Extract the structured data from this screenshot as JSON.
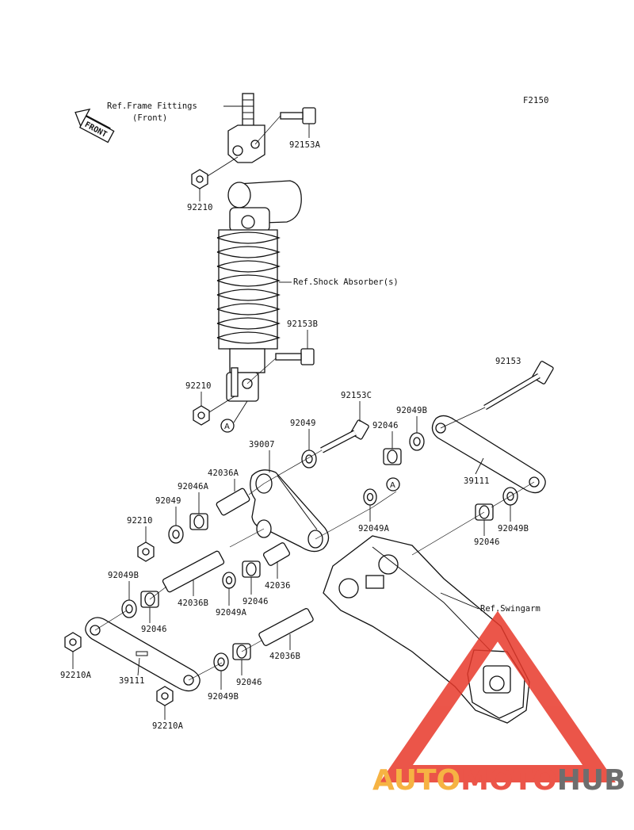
{
  "figure_code": "F2150",
  "front_label": "FRONT",
  "callout": "A",
  "refs": {
    "frame_fittings_line1": "Ref.Frame Fittings",
    "frame_fittings_line2": "(Front)",
    "shock_absorber": "Ref.Shock Absorber(s)",
    "swingarm": "Ref.Swingarm"
  },
  "parts": {
    "p92153A": "92153A",
    "p92210_top": "92210",
    "p92153B": "92153B",
    "p92210_mid": "92210",
    "p92153": "92153",
    "p92153C": "92153C",
    "p92049B_top": "92049B",
    "p39007": "39007",
    "p92049_top": "92049",
    "p92046_top": "92046",
    "p42036A": "42036A",
    "p92046A": "92046A",
    "p92049_left": "92049",
    "p92210_left": "92210",
    "p39111_right": "39111",
    "p92049A_right": "92049A",
    "p92049B_right": "92049B",
    "p92046_right": "92046",
    "p92049B_left": "92049B",
    "p42036B_left": "42036B",
    "p92046_mid": "92046",
    "p42036": "42036",
    "p92049A_mid": "92049A",
    "p92046_left": "92046",
    "p42036B_bottom": "42036B",
    "p92210A_left": "92210A",
    "p39111_left": "39111",
    "p92046_bottom": "92046",
    "p92049B_bottom": "92049B",
    "p92210A_bottom": "92210A"
  },
  "watermark": {
    "part1": "AUTO",
    "part2": "MOTO",
    "part3": "HUB",
    "color_auto": "#f5a623",
    "color_moto": "#e8382a",
    "color_hub": "#555555",
    "triangle_color": "#e8382a"
  }
}
